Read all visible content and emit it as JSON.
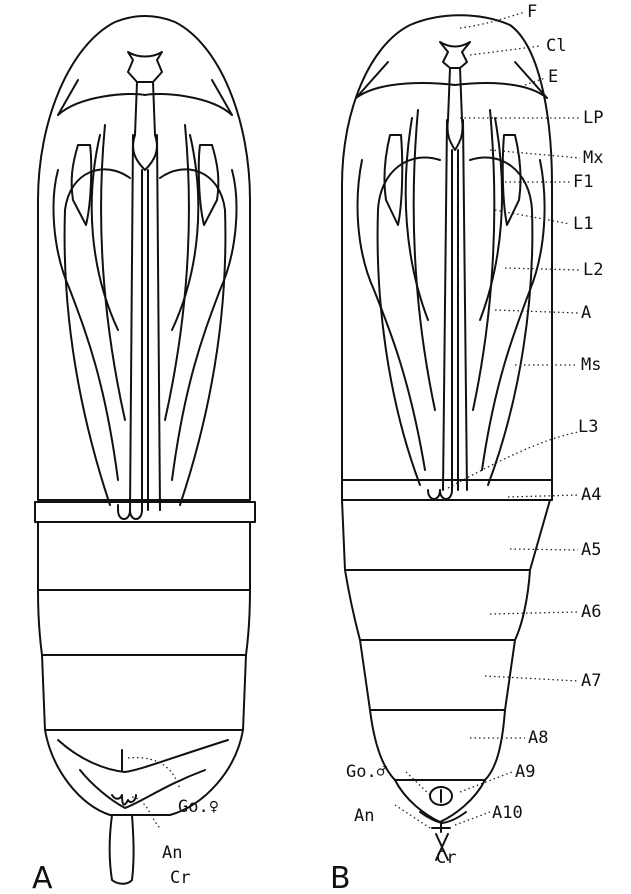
{
  "figure_labels": {
    "a": "A",
    "b": "B"
  },
  "pupa_a": {
    "female_genital": "Go.♀",
    "anal": "An",
    "cremaster": "Cr"
  },
  "pupa_b": {
    "labels": [
      "F",
      "Cl",
      "E",
      "LP",
      "Mx",
      "F1",
      "L1",
      "L2",
      "A",
      "Ms",
      "L3",
      "A4",
      "A5",
      "A6",
      "A7",
      "A8",
      "A9",
      "A10"
    ],
    "male_genital": "Go.♂",
    "anal": "An",
    "cremaster": "Cr"
  }
}
